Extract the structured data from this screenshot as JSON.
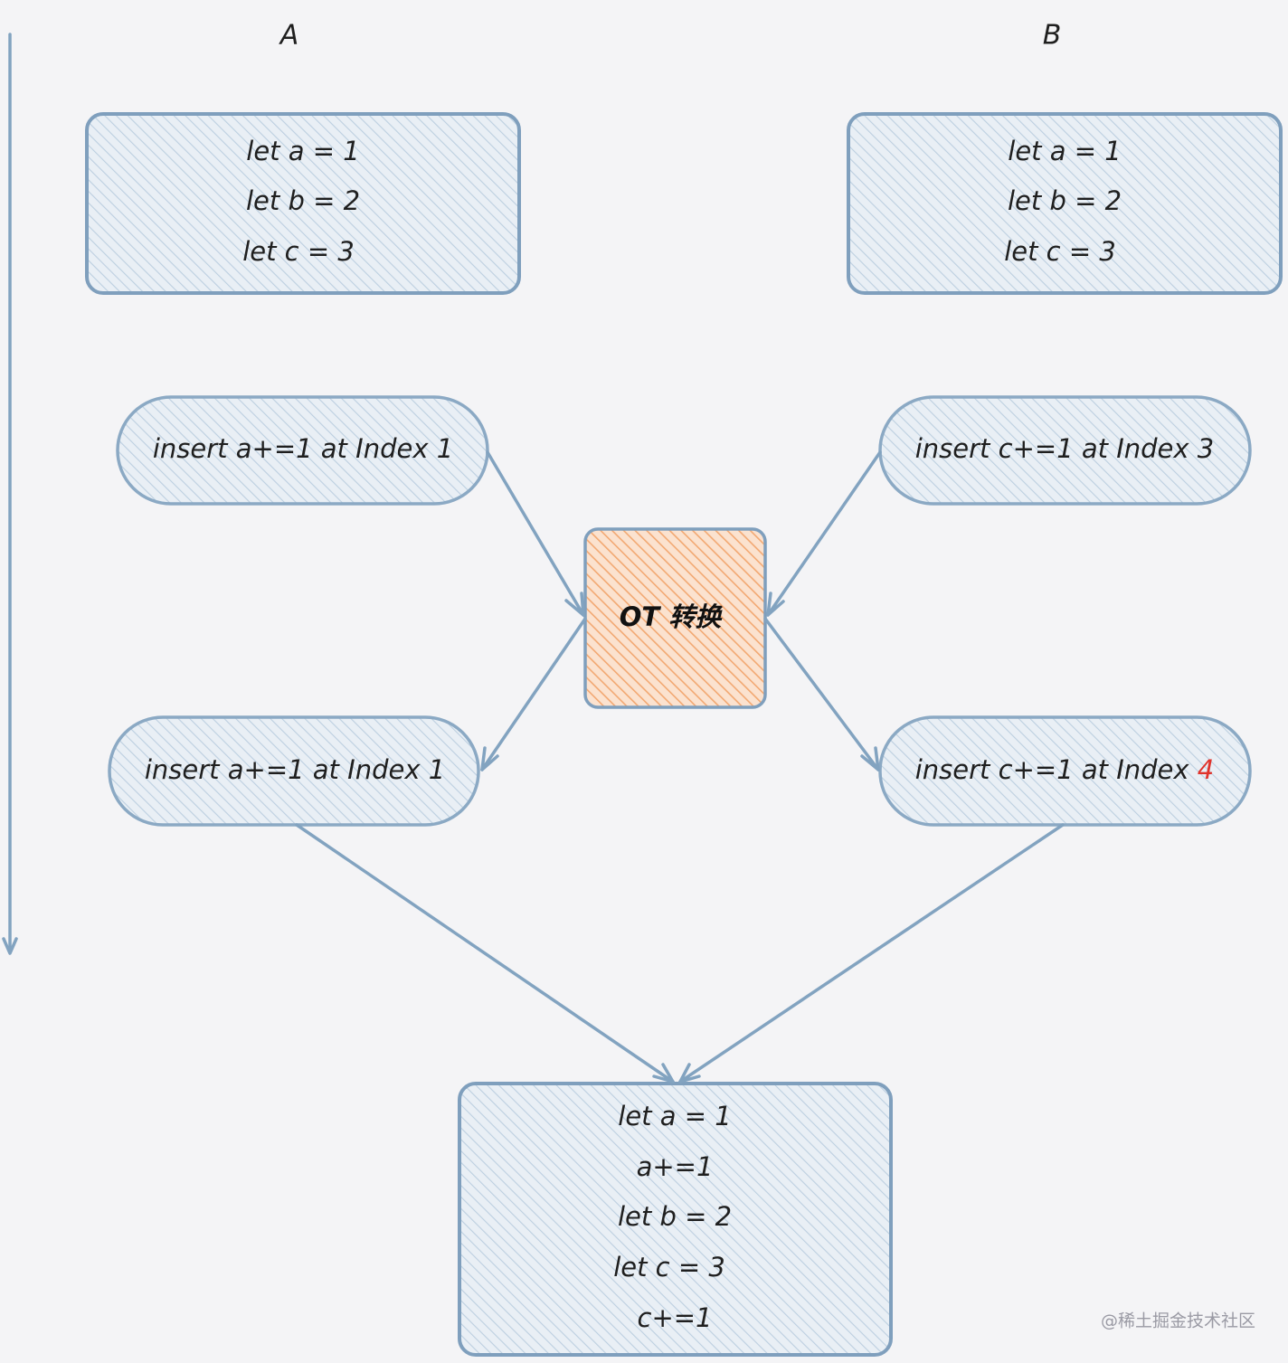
{
  "colors": {
    "background": "#f4f4f6",
    "stroke": "#82a3c0",
    "node_fill": "#dbe6f0",
    "ot_fill": "#f5b88a",
    "highlight_orange": "#c9830a",
    "highlight_red": "#e0332b",
    "text": "#1f1f1f"
  },
  "columns": {
    "a_label": "A",
    "b_label": "B"
  },
  "doc_a": {
    "lines": [
      "let a = 1",
      "let b = 2",
      "let c = 3"
    ]
  },
  "doc_b": {
    "lines": [
      "let a = 1",
      "let b = 2",
      "let c = 3"
    ]
  },
  "op_a": {
    "label": "insert a+=1 at Index 1"
  },
  "op_b": {
    "label": "insert c+=1 at Index 3"
  },
  "ot": {
    "label": "OT 转换"
  },
  "op_a_prime": {
    "label": "insert a+=1 at Index 1"
  },
  "op_b_prime": {
    "prefix": "insert c+=1 at Index ",
    "index": "4"
  },
  "result": {
    "lines": [
      {
        "text": "let a = 1",
        "highlight": false
      },
      {
        "text": "a+=1",
        "highlight": true
      },
      {
        "text": "let b = 2",
        "highlight": false
      },
      {
        "text": "let c = 3",
        "highlight": false
      },
      {
        "text": "c+=1",
        "highlight": true
      }
    ]
  },
  "watermark": "@稀土掘金技术社区"
}
